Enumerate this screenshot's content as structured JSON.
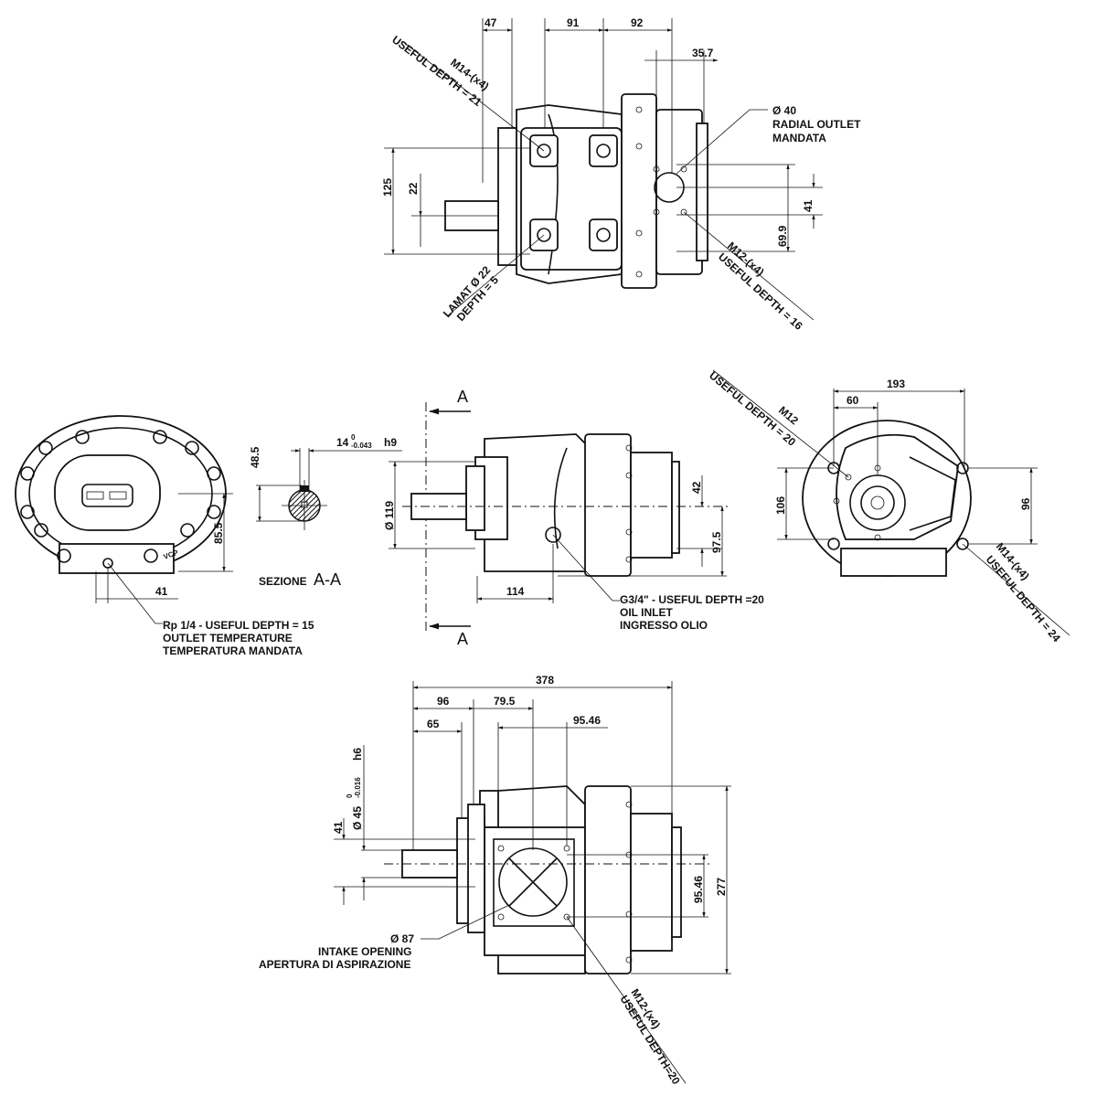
{
  "top_view": {
    "dims": {
      "d47": "47",
      "d91": "91",
      "d92": "92",
      "d35_7": "35.7",
      "d125": "125",
      "d22": "22",
      "d41": "41",
      "d69_9": "69.9"
    },
    "notes": {
      "m14": "M14-(x4)",
      "m14_depth": "USEFUL DEPTH = 21",
      "outlet_dia": "Ø 40",
      "outlet_1": "RADIAL OUTLET",
      "outlet_2": "MANDATA",
      "m12": "M12-(x4)",
      "m12_depth": "USEFUL DEPTH = 16",
      "lamat": "LAMAT Ø 22",
      "lamat_depth": "DEPTH = 5"
    }
  },
  "left_view": {
    "dims": {
      "d85_5": "85.5",
      "d41": "41"
    },
    "notes": {
      "rp": "Rp 1/4 - USEFUL DEPTH = 15",
      "temp_1": "OUTLET TEMPERATURE",
      "temp_2": "TEMPERATURA MANDATA"
    },
    "nameplate": "VCP"
  },
  "section": {
    "d48_5": "48.5",
    "key_width": "14",
    "key_upper": "0",
    "key_lower": "-0.043",
    "key_fit": "h9",
    "title": "SEZIONE",
    "title_id": "A-A"
  },
  "front_view": {
    "section_mark_top": "A",
    "section_mark_bottom": "A",
    "dims": {
      "d119": "Ø 119",
      "d42": "42",
      "d97_5": "97.5",
      "d114": "114"
    },
    "notes": {
      "g34": "G3/4\" - USEFUL DEPTH =20",
      "oil_1": "OIL INLET",
      "oil_2": "INGRESSO OLIO"
    }
  },
  "right_view": {
    "dims": {
      "d193": "193",
      "d60": "60",
      "d106": "106",
      "d96": "96"
    },
    "notes": {
      "m12": "M12",
      "m12_depth": "USEFUL DEPTH = 20",
      "m14": "M14-(x4)",
      "m14_depth": "USEFUL DEPTH = 24"
    }
  },
  "bottom_view": {
    "dims": {
      "d378": "378",
      "d96": "96",
      "d79_5": "79.5",
      "d65": "65",
      "d95_46_top": "95.46",
      "shaft_dia": "Ø 45",
      "shaft_upper": "0",
      "shaft_lower": "-0.016",
      "shaft_fit": "h6",
      "d41": "41",
      "d95_46_side": "95.46",
      "d277": "277"
    },
    "notes": {
      "intake_dia": "Ø 87",
      "intake_1": "INTAKE OPENING",
      "intake_2": "APERTURA DI ASPIRAZIONE",
      "m12": "M12-(x4)",
      "m12_depth": "USEFUL DEPTH=20"
    }
  }
}
